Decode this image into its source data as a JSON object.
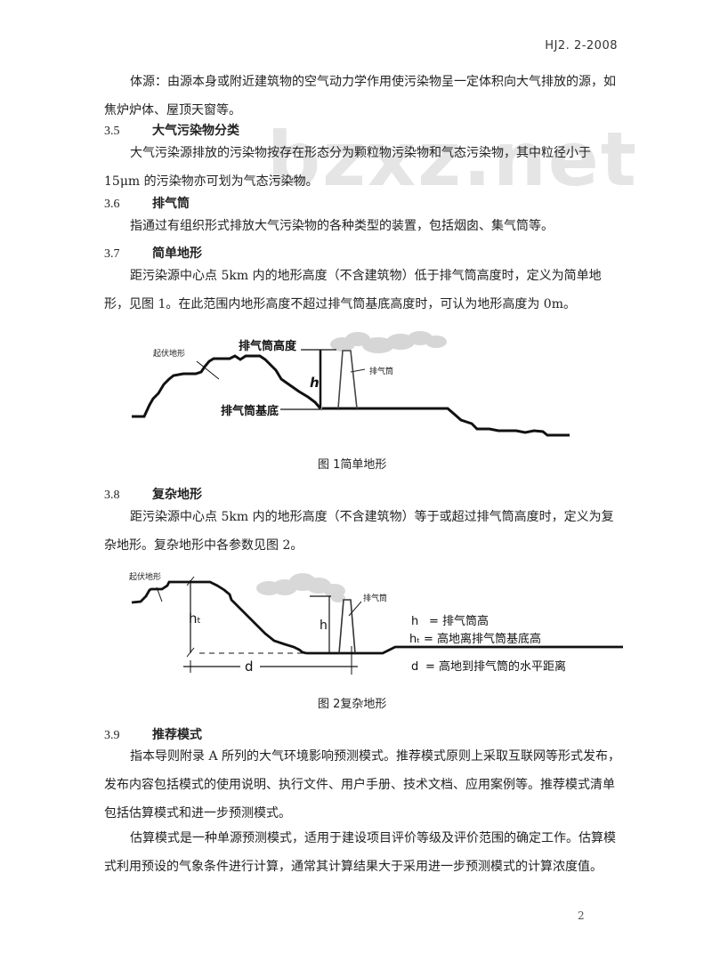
{
  "header": {
    "doc_code": "HJ2. 2-2008"
  },
  "watermark": "bzxz.net",
  "intro": {
    "line": "体源：由源本身或附近建筑物的空气动力学作用使污染物呈一定体积向大气排放的源，如焦炉炉体、屋顶天窗等。"
  },
  "sections": [
    {
      "num": "3.5",
      "title": "大气污染物分类",
      "body": "大气污染源排放的污染物按存在形态分为颗粒物污染物和气态污染物，其中粒径小于15μm 的污染物亦可划为气态污染物。"
    },
    {
      "num": "3.6",
      "title": "排气筒",
      "body": "指通过有组织形式排放大气污染物的各种类型的装置，包括烟囱、集气筒等。"
    },
    {
      "num": "3.7",
      "title": "简单地形",
      "body": "距污染源中心点 5km 内的地形高度（不含建筑物）低于排气筒高度时，定义为简单地形，见图 1。在此范围内地形高度不超过排气筒基底高度时，可认为地形高度为 0m。"
    },
    {
      "num": "3.8",
      "title": "复杂地形",
      "body": "距污染源中心点 5km 内的地形高度（不含建筑物）等于或超过排气筒高度时，定义为复杂地形。复杂地形中各参数见图 2。"
    },
    {
      "num": "3.9",
      "title": "推荐模式",
      "body": "指本导则附录 A 所列的大气环境影响预测模式。推荐模式原则上采取互联网等形式发布，发布内容包括模式的使用说明、执行文件、用户手册、技术文档、应用案例等。推荐模式清单包括估算模式和进一步预测模式。",
      "body2": "估算模式是一种单源预测模式，适用于建设项目评价等级及评价范围的确定工作。估算模式利用预设的气象条件进行计算，通常其计算结果大于采用进一步预测模式的计算浓度值。"
    }
  ],
  "figure1": {
    "caption": "图 1简单地形",
    "labels": {
      "terrain": "起伏地形",
      "stack_height": "排气筒高度",
      "stack": "排气筒",
      "h": "h",
      "stack_base": "排气筒基底"
    }
  },
  "figure2": {
    "caption": "图 2复杂地形",
    "labels": {
      "terrain": "起伏地形",
      "stack": "排气筒",
      "ht": "hₜ",
      "h": "h",
      "d": "d"
    },
    "legend": [
      {
        "sym": "h",
        "text": "= 排气筒高"
      },
      {
        "sym": "hₜ",
        "text": "= 高地离排气筒基底高"
      },
      {
        "sym": "d",
        "text": "= 高地到排气筒的水平距离"
      }
    ]
  },
  "footer": {
    "page_number": "2"
  }
}
